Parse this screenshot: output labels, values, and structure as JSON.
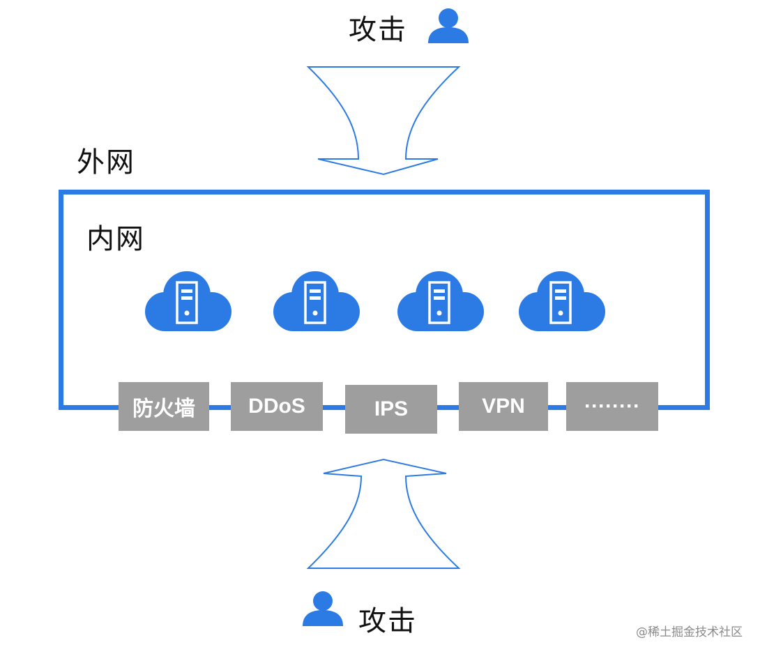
{
  "attack_top_label": "攻击",
  "attack_bottom_label": "攻击",
  "outer_network_label": "外网",
  "inner_network_label": "内网",
  "servers": [
    "cloud-server",
    "cloud-server",
    "cloud-server",
    "cloud-server"
  ],
  "defense_layers": [
    "防火墙",
    "DDoS",
    "IPS",
    "VPN",
    "········"
  ],
  "watermark": "@稀土掘金技术社区",
  "colors": {
    "accent": "#2c7be5",
    "defense_box": "#9e9e9e",
    "arrow_stroke": "#2c7be5"
  }
}
